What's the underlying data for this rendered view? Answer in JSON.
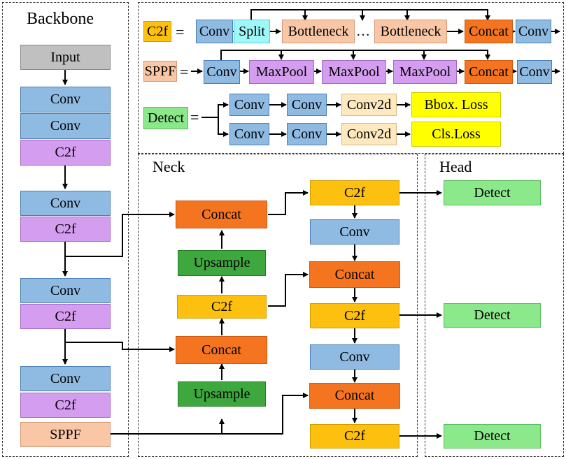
{
  "regions": {
    "backbone": "Backbone",
    "neck": "Neck",
    "head": "Head"
  },
  "backbone": {
    "input": "Input",
    "conv1": "Conv",
    "conv2": "Conv",
    "c2f1": "C2f",
    "conv3": "Conv",
    "c2f2": "C2f",
    "conv4": "Conv",
    "c2f3": "C2f",
    "conv5": "Conv",
    "c2f4": "C2f",
    "sppf": "SPPF"
  },
  "legend": {
    "c2f_row": {
      "tag": "C2f",
      "eq": "=",
      "conv": "Conv",
      "split": "Split",
      "bottleneck1": "Bottleneck",
      "ellipsis": "…",
      "bottleneck2": "Bottleneck",
      "concat": "Concat",
      "conv_out": "Conv"
    },
    "sppf_row": {
      "tag": "SPPF",
      "eq": "=",
      "conv": "Conv",
      "maxpool1": "MaxPool",
      "maxpool2": "MaxPool",
      "maxpool3": "MaxPool",
      "concat": "Concat",
      "conv_out": "Conv"
    },
    "detect_row": {
      "tag": "Detect",
      "eq": "=",
      "conv_a1": "Conv",
      "conv_a2": "Conv",
      "conv2d_a": "Conv2d",
      "bbox_loss": "Bbox. Loss",
      "conv_b1": "Conv",
      "conv_b2": "Conv",
      "conv2d_b": "Conv2d",
      "cls_loss": "Cls.Loss"
    }
  },
  "neck": {
    "concat1": "Concat",
    "upsample1": "Upsample",
    "c2f1": "C2f",
    "concat2": "Concat",
    "upsample2": "Upsample"
  },
  "pan": {
    "c2f1": "C2f",
    "conv1": "Conv",
    "concat1": "Concat",
    "c2f2": "C2f",
    "conv2": "Conv",
    "concat2": "Concat",
    "c2f3": "C2f"
  },
  "head": {
    "detect1": "Detect",
    "detect2": "Detect",
    "detect3": "Detect"
  }
}
